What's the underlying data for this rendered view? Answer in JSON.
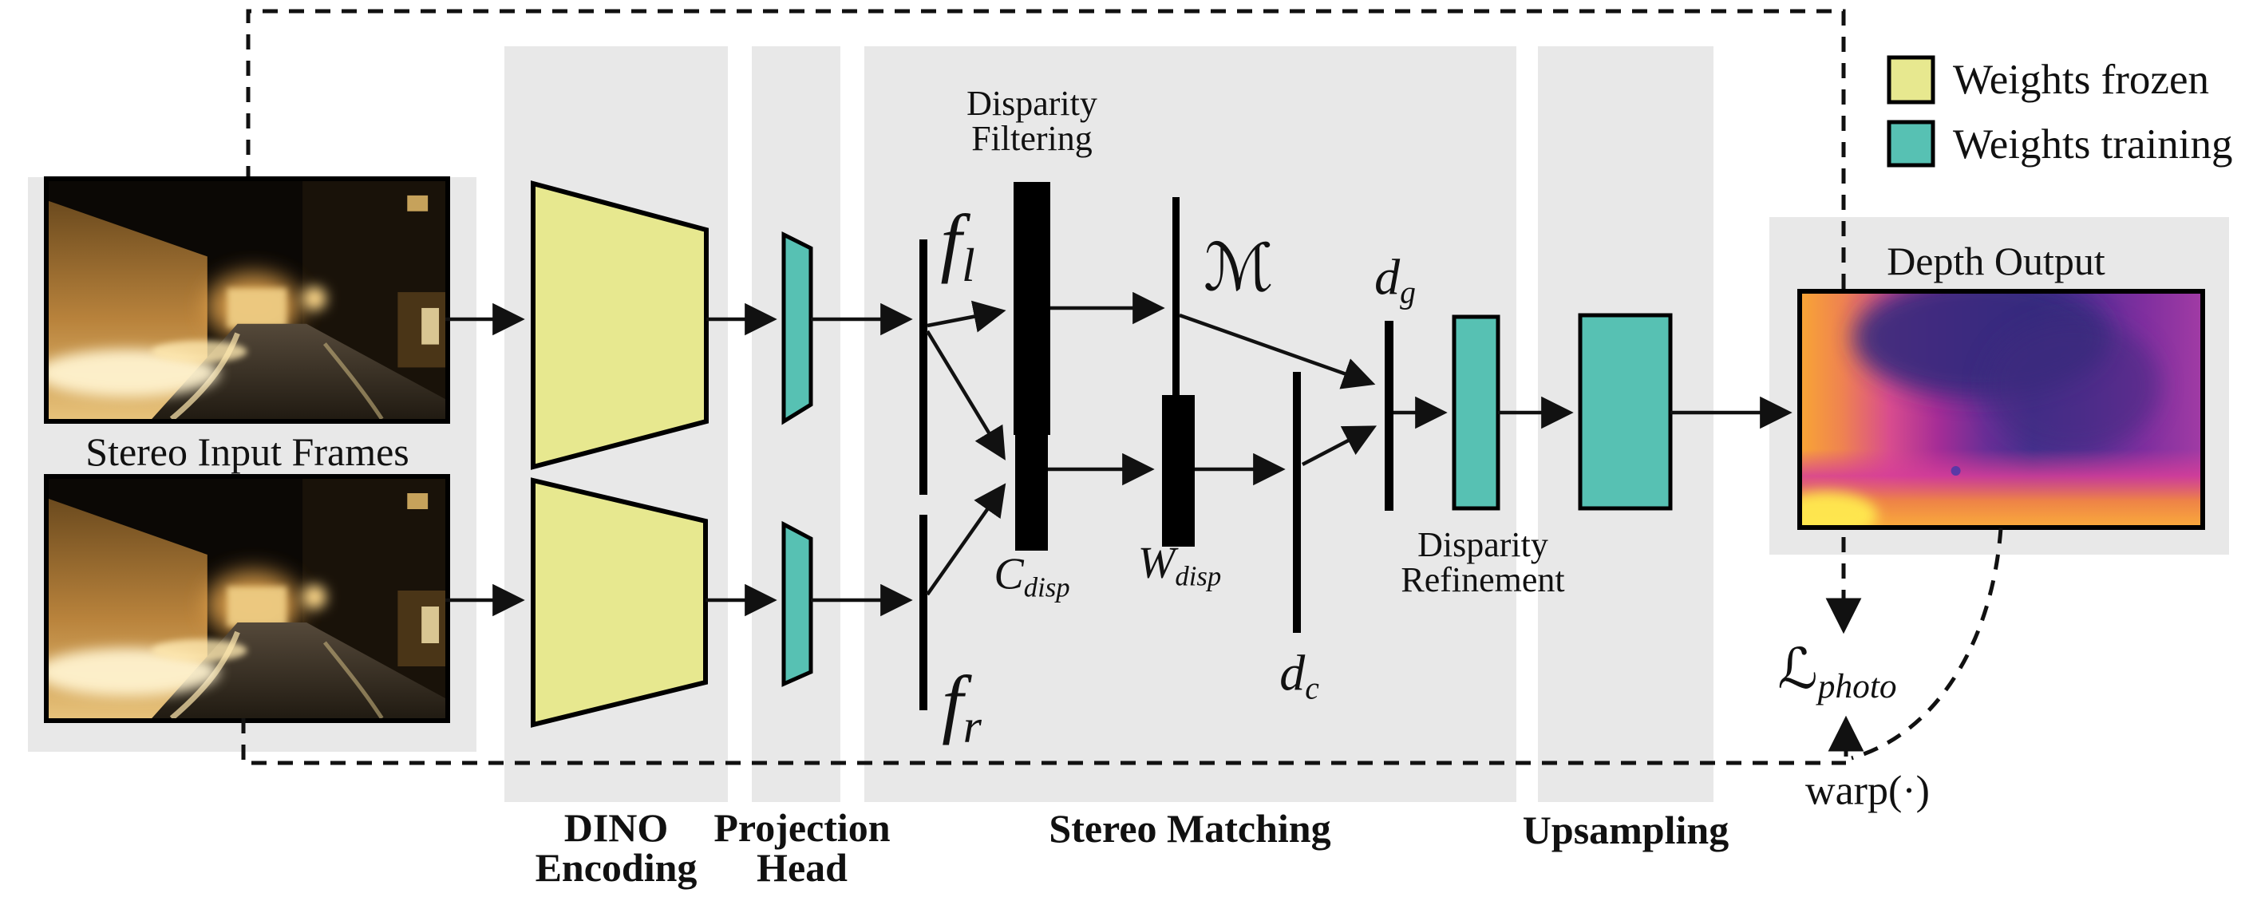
{
  "figure": {
    "legend": {
      "items": [
        {
          "label": "Weights frozen",
          "color": "#e7e88f"
        },
        {
          "label": "Weights training",
          "color": "#57c1b3"
        }
      ]
    },
    "input": {
      "caption": "Stereo Input Frames"
    },
    "stages": {
      "dino": {
        "line1": "DINO",
        "line2": "Encoding"
      },
      "projection": {
        "line1": "Projection",
        "line2": "Head"
      },
      "stereo": {
        "label": "Stereo Matching"
      },
      "upsampling": {
        "label": "Upsampling"
      }
    },
    "blocks": {
      "filtering": {
        "line1": "Disparity",
        "line2": "Filtering"
      },
      "refinement": {
        "line1": "Disparity",
        "line2": "Refinement"
      }
    },
    "tensors": {
      "f_l": {
        "base": "f",
        "sub": "l"
      },
      "f_r": {
        "base": "f",
        "sub": "r"
      },
      "match": {
        "base": "ℳ",
        "sub": ""
      },
      "c_disp": {
        "base": "C",
        "sub": "disp"
      },
      "w_disp": {
        "base": "W",
        "sub": "disp"
      },
      "d_c": {
        "base": "d",
        "sub": "c"
      },
      "d_g": {
        "base": "d",
        "sub": "g"
      }
    },
    "output": {
      "caption": "Depth Output"
    },
    "loss": {
      "base": "ℒ",
      "sub": "photo"
    },
    "warp": {
      "label": "warp(·)"
    },
    "colors": {
      "frozen": "#e7e88f",
      "training": "#57c1b3",
      "panel": "#e8e8e8"
    }
  }
}
